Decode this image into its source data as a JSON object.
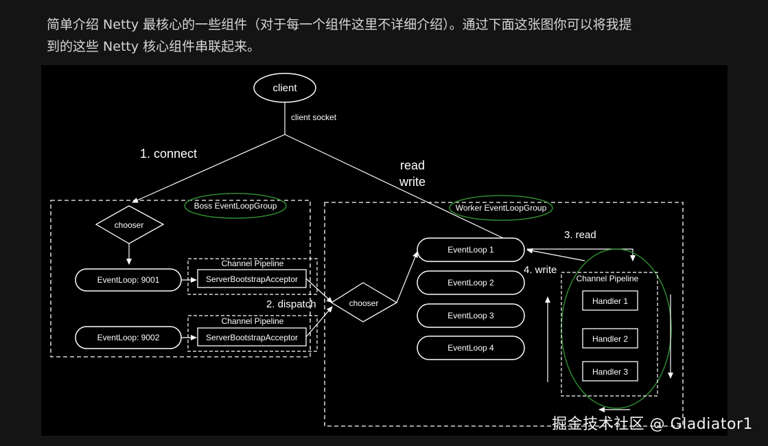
{
  "intro": {
    "line1": "简单介绍 Netty 最核心的一些组件（对于每一个组件这里不详细介绍）。通过下面这张图你可以将我提",
    "line2": "到的这些 Netty 核心组件串联起来。"
  },
  "diagram": {
    "client": "client",
    "client_socket": "client socket",
    "connect": "1. connect",
    "read": "read",
    "write": "write",
    "boss_group": "Boss EventLoopGroup",
    "worker_group": "Worker EventLoopGroup",
    "boss_chooser": "chooser",
    "worker_chooser": "chooser",
    "boss_loops": [
      "EventLoop: 9001",
      "EventLoop: 9002"
    ],
    "boss_pipeline_title": "Channel Pipeline",
    "acceptor": "ServerBootstrapAcceptor",
    "dispatch": "2. dispatch",
    "worker_loops": [
      "EventLoop 1",
      "EventLoop 2",
      "EventLoop 3",
      "EventLoop 4"
    ],
    "step3": "3. read",
    "step4": "4. write",
    "worker_pipeline_title": "Channel Pipeline",
    "handlers": [
      "Handler 1",
      "Handler 2",
      "Handler 3"
    ]
  },
  "watermark": "掘金技术社区 @ Gladiator1",
  "colors": {
    "page_background": "#141414",
    "diagram_background": "#000000",
    "group_ellipse": "#2f8a2f",
    "intro_text": "#d6d6d6"
  }
}
